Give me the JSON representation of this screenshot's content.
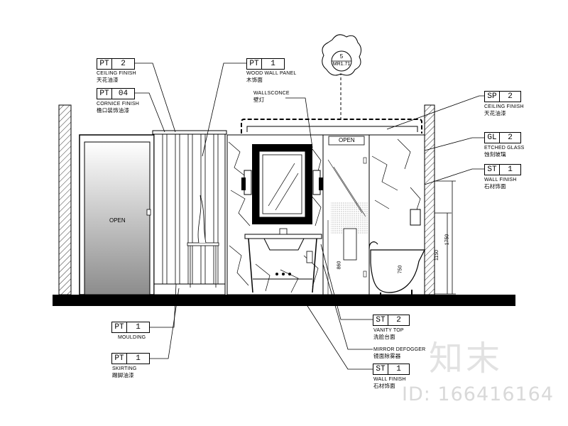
{
  "tags": {
    "pt2_ceiling": {
      "code": "PT",
      "num": "2",
      "title": "CEILING FINISH",
      "cn": "天花油漆"
    },
    "pt04_cornice": {
      "code": "PT",
      "num": "04",
      "title": "CORNICE FINISH",
      "cn": "檐口装饰油漆"
    },
    "pt1_wood": {
      "code": "PT",
      "num": "1",
      "title": "WOOD WALL PANEL",
      "cn": "木饰面"
    },
    "sp2_ceiling": {
      "code": "SP",
      "num": "2",
      "title": "CEILING FINISH",
      "cn": "天花油漆"
    },
    "gl2_glass": {
      "code": "GL",
      "num": "2",
      "title": "ETCHED GLASS",
      "cn": "蚀刻玻璃"
    },
    "st1_wall_right": {
      "code": "ST",
      "num": "1",
      "title": "WALL FINISH",
      "cn": "石材饰面"
    },
    "pt1_moulding": {
      "code": "PT",
      "num": "1",
      "title": "MOULDING",
      "cn": ""
    },
    "pt1_skirting": {
      "code": "PT",
      "num": "1",
      "title": "SKIRTING",
      "cn": "踢脚油漆"
    },
    "st2_vanity": {
      "code": "ST",
      "num": "2",
      "title": "VANITY TOP",
      "cn": "洗脸台面"
    },
    "st1_wall_bottom": {
      "code": "ST",
      "num": "1",
      "title": "WALL FINISH",
      "cn": "石材饰面"
    }
  },
  "labels": {
    "wallsconce": "WALLSCONCE",
    "wallsconce_cn": "壁灯",
    "mirror_defogger": "MIRROR DEFOGGER",
    "mirror_defogger_cn": "镜面除雾器",
    "open_door": "OPEN",
    "open_shower": "OPEN"
  },
  "bubble": {
    "number": "5",
    "ref": "MR1.71"
  },
  "dimensions": {
    "d1750": "1750",
    "d1150": "1150",
    "d750": "750",
    "d860": "860"
  },
  "watermark": {
    "logo": "知末",
    "id": "ID: 166416164"
  },
  "colors": {
    "line": "#000000",
    "watermark": "#d9d9d9"
  }
}
